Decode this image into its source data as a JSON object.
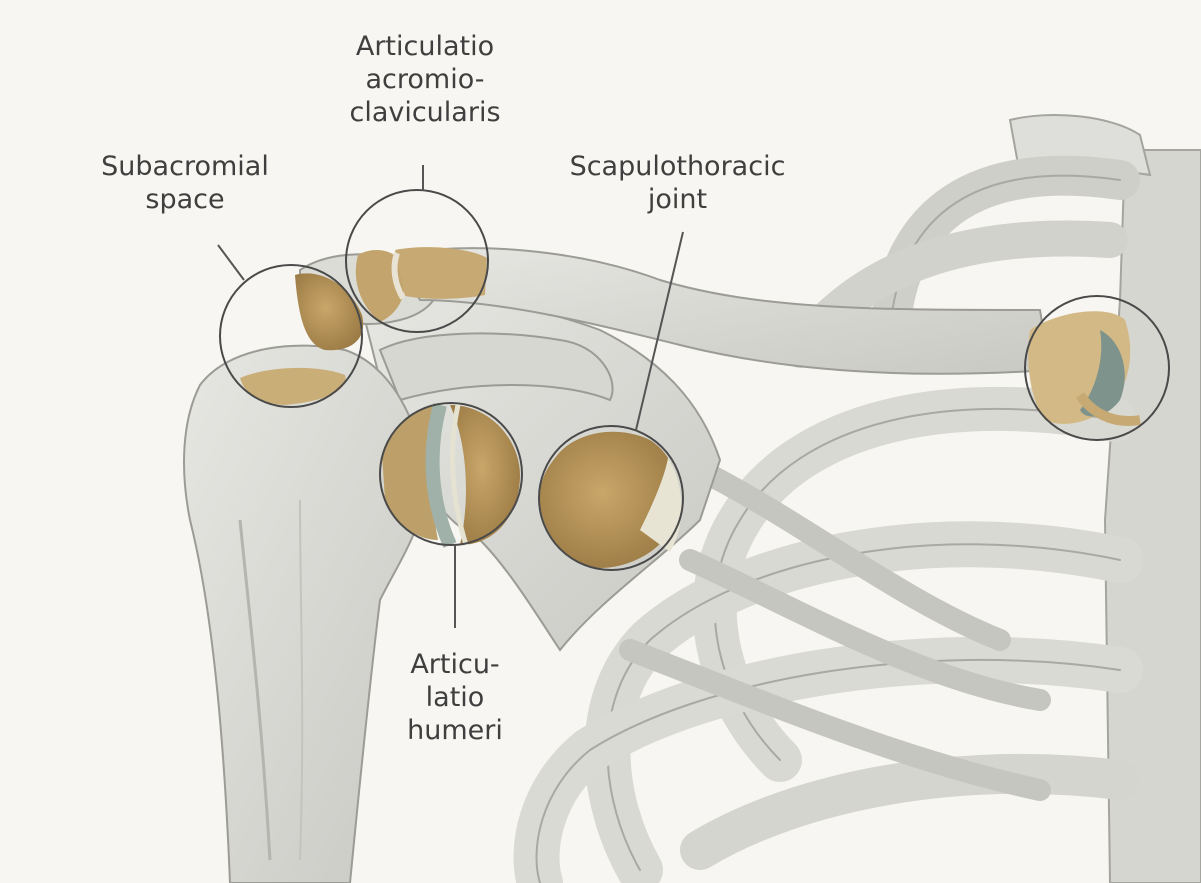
{
  "labels": {
    "subacromial": [
      "Subacromial",
      "space"
    ],
    "acromioclavicular": [
      "Articulatio",
      "acromio-",
      "clavicularis"
    ],
    "scapulothoracic": [
      "Scapulothoracic",
      "joint"
    ],
    "humeri": [
      "Articu-",
      "latio",
      "humeri"
    ]
  },
  "colors": {
    "background": "#f7f6f2",
    "bone": "#dcdcd7",
    "bone_shadow": "#b9b9b3",
    "bone_outline": "#9c9c96",
    "joint_fill": "#b8955a",
    "joint_fill_light": "#d8c29a",
    "cartilage": "#aeb8b0",
    "circle_stroke": "#4a4a4a",
    "leader_line": "#555555",
    "text": "#3f3f3f"
  }
}
